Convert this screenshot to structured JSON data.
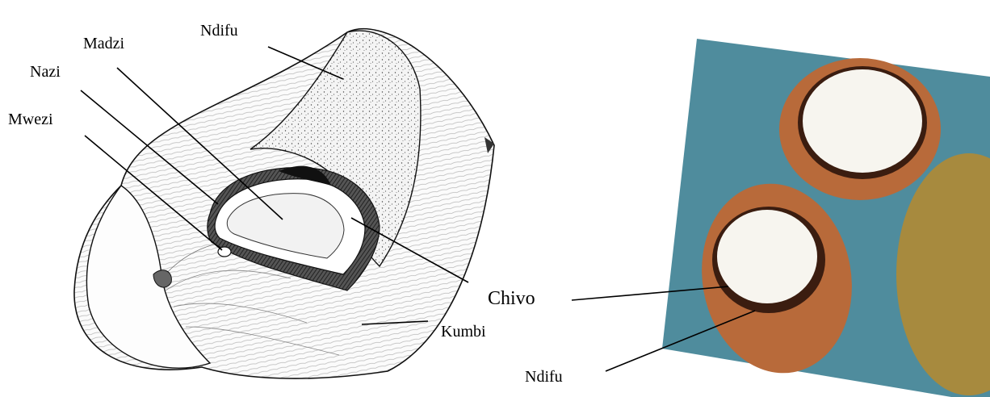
{
  "diagram": {
    "labels": {
      "ndifu_top": "Ndifu",
      "madzi": "Madzi",
      "nazi": "Nazi",
      "mwezi": "Mwezi",
      "chivo": "Chivo",
      "kumbi": "Kumbi",
      "ndifu_bottom": "Ndifu"
    }
  },
  "colors": {
    "background": "#ffffff",
    "photo_background": "#4f8c9d",
    "husk_brown": "#b86a3a",
    "coconut_meat": "#f7f5ef",
    "ink": "#000000"
  }
}
